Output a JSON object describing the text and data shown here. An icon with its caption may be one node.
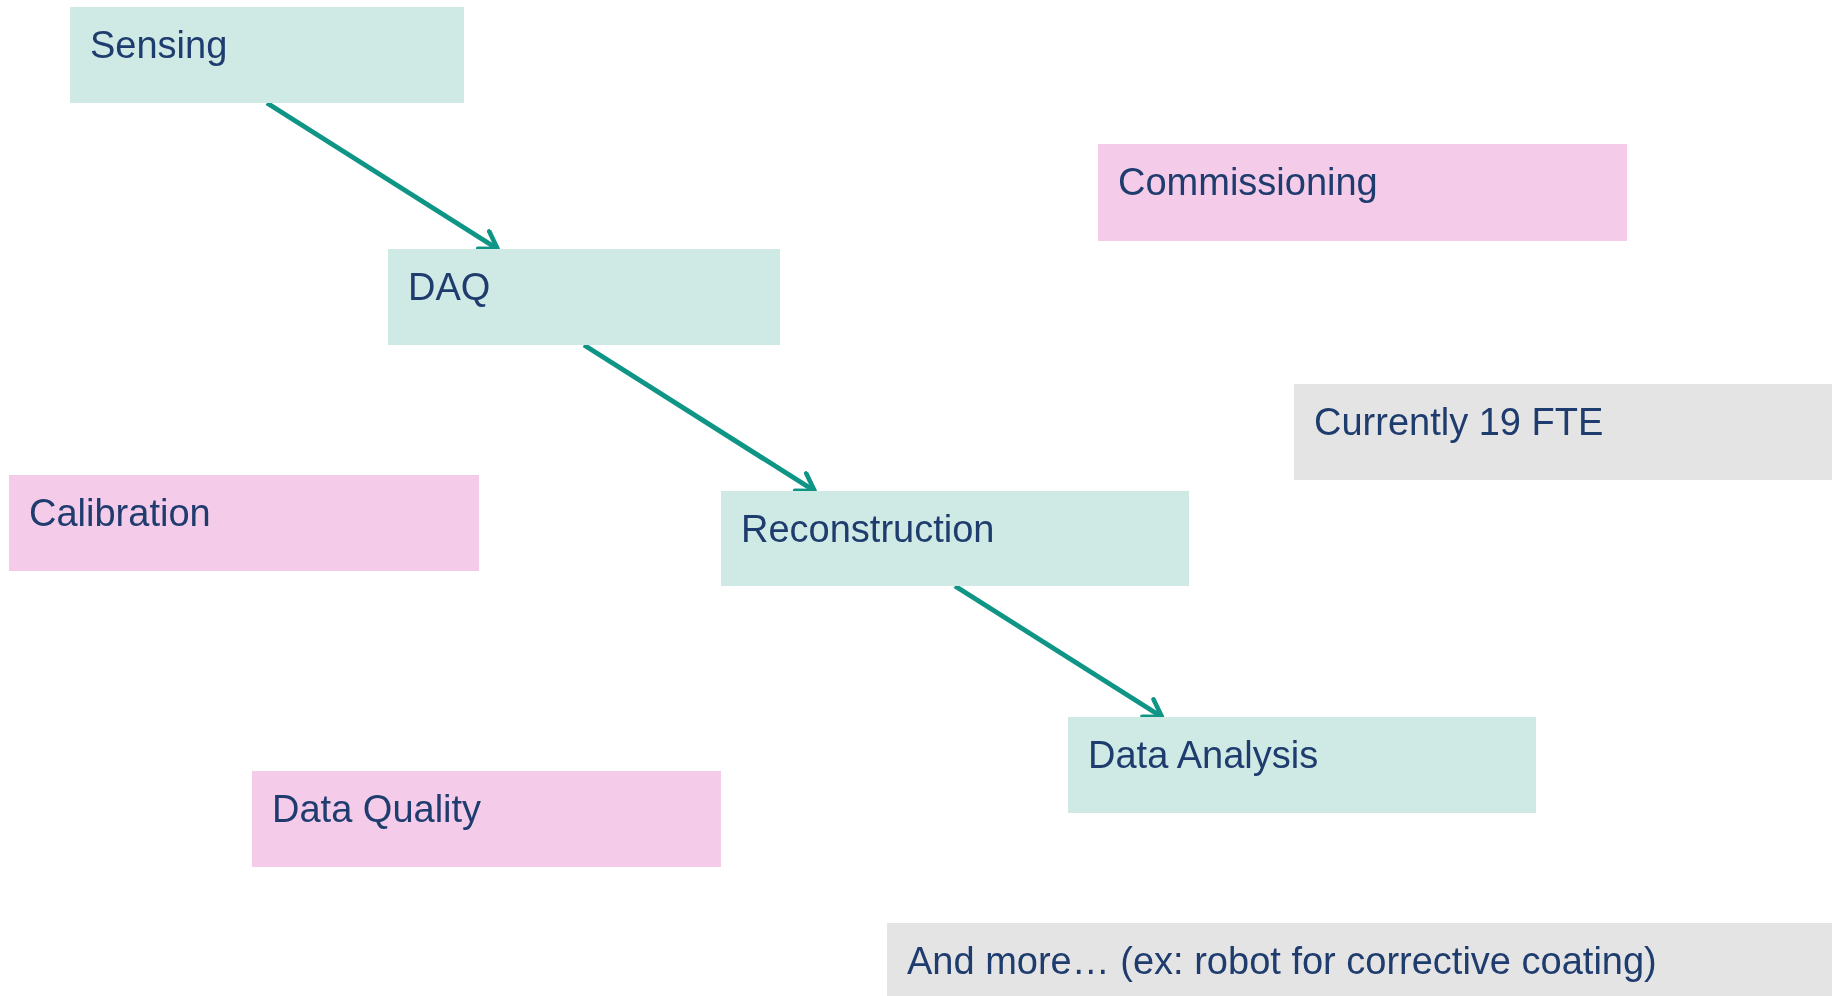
{
  "diagram": {
    "nodes": [
      {
        "text": [
          "Sensing"
        ]
      },
      {
        "text": [
          "Commissioning"
        ]
      },
      {
        "text": [
          "DAQ"
        ]
      },
      {
        "text": [
          "Currently 19 FTE"
        ]
      },
      {
        "text": [
          "Calibration"
        ]
      },
      {
        "text": [
          "Reconstruction"
        ]
      },
      {
        "text": [
          "Data Analysis"
        ]
      },
      {
        "text": [
          "Data Quality"
        ]
      },
      {
        "text": [
          "And more… (ex: robot for corrective coating)"
        ]
      }
    ],
    "edges": [
      {
        "from": 0,
        "to": 2,
        "arrow": "to"
      },
      {
        "from": 2,
        "to": 5,
        "arrow": "to"
      },
      {
        "from": 5,
        "to": 6,
        "arrow": "to"
      }
    ]
  }
}
